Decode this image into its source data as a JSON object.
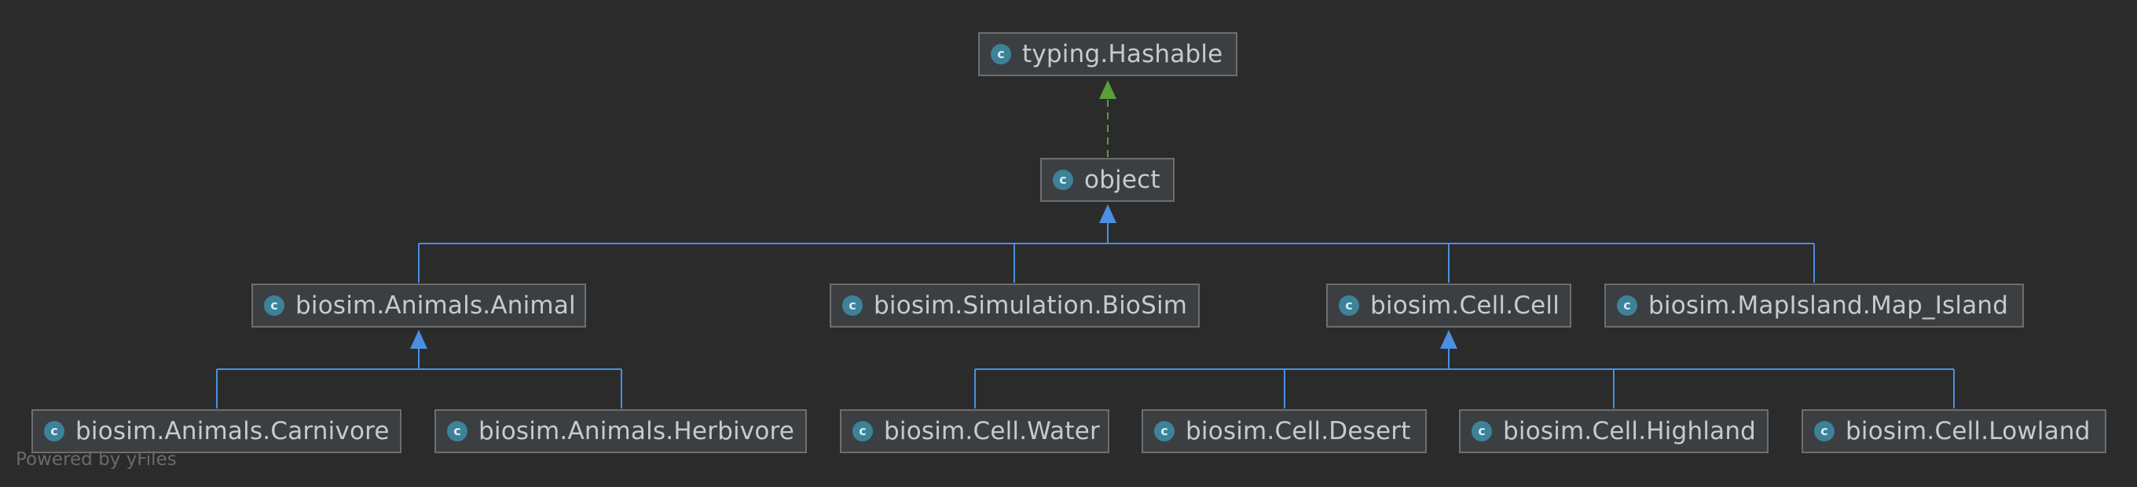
{
  "colors": {
    "background": "#2b2b2b",
    "node_fill": "#3c3f41",
    "node_border": "#6e6e6e",
    "node_text": "#c4cbd3",
    "class_icon": "#3d8299",
    "inheritance_edge": "#4a8fe0",
    "realization_edge": "#5a9e3a",
    "watermark": "#6a6a6a"
  },
  "class_icon_letter": "c",
  "nodes": {
    "hashable": "typing.Hashable",
    "object": "object",
    "animal": "biosim.Animals.Animal",
    "biosim_sim": "biosim.Simulation.BioSim",
    "cell": "biosim.Cell.Cell",
    "map_island": "biosim.MapIsland.Map_Island",
    "carnivore": "biosim.Animals.Carnivore",
    "herbivore": "biosim.Animals.Herbivore",
    "water": "biosim.Cell.Water",
    "desert": "biosim.Cell.Desert",
    "highland": "biosim.Cell.Highland",
    "lowland": "biosim.Cell.Lowland"
  },
  "edges": [
    {
      "from": "object",
      "to": "hashable",
      "kind": "realization"
    },
    {
      "from": "animal",
      "to": "object",
      "kind": "inheritance"
    },
    {
      "from": "biosim_sim",
      "to": "object",
      "kind": "inheritance"
    },
    {
      "from": "cell",
      "to": "object",
      "kind": "inheritance"
    },
    {
      "from": "map_island",
      "to": "object",
      "kind": "inheritance"
    },
    {
      "from": "carnivore",
      "to": "animal",
      "kind": "inheritance"
    },
    {
      "from": "herbivore",
      "to": "animal",
      "kind": "inheritance"
    },
    {
      "from": "water",
      "to": "cell",
      "kind": "inheritance"
    },
    {
      "from": "desert",
      "to": "cell",
      "kind": "inheritance"
    },
    {
      "from": "highland",
      "to": "cell",
      "kind": "inheritance"
    },
    {
      "from": "lowland",
      "to": "cell",
      "kind": "inheritance"
    }
  ],
  "watermark": "Powered by yFiles"
}
